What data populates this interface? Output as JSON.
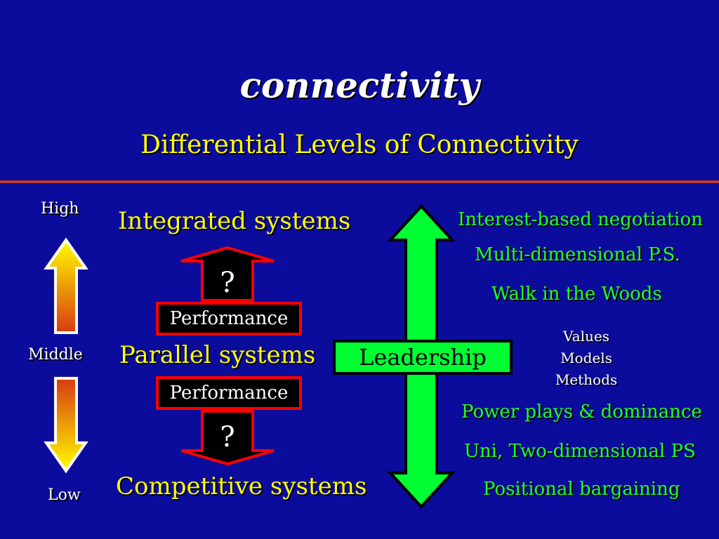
{
  "title": "connectivity",
  "subtitle": "Differential Levels of Connectivity",
  "scale": {
    "high": "High",
    "middle": "Middle",
    "low": "Low"
  },
  "levels": {
    "integrated": "Integrated systems",
    "parallel": "Parallel systems",
    "competitive": "Competitive systems"
  },
  "performance_upper": "Performance",
  "performance_lower": "Performance",
  "question_upper": "?",
  "question_lower": "?",
  "leadership": "Leadership",
  "upper_practices": [
    "Interest-based negotiation",
    "Multi-dimensional P.S.",
    "Walk in the Woods"
  ],
  "middle_factors": [
    "Values",
    "Models",
    "Methods"
  ],
  "lower_practices": [
    "Power plays & dominance",
    "Uni, Two-dimensional PS",
    "Positional bargaining"
  ],
  "colors": {
    "background": "#0c0c9c",
    "title": "#ffffff",
    "subtitle": "#ffff00",
    "rule": "#c0392b",
    "practice_text": "#22ff22",
    "leadership_arrow": "#00ff33",
    "performance_border": "#ff0000"
  },
  "icons": {
    "scale_up": "gradient-up-arrow-icon",
    "scale_down": "gradient-down-arrow-icon",
    "leadership": "double-headed-arrow-icon"
  }
}
